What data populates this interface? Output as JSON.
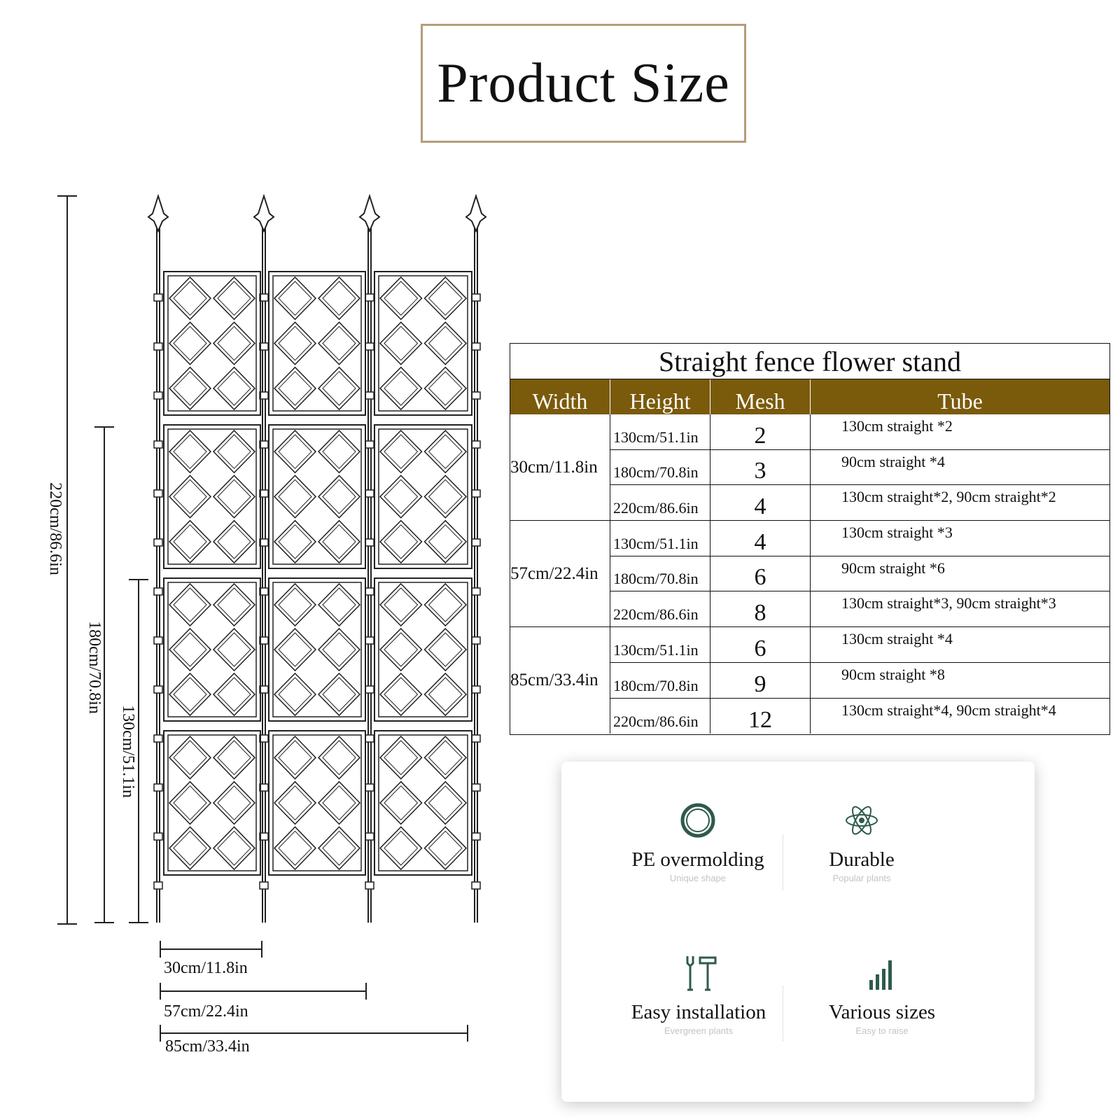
{
  "header": {
    "title": "Product Size"
  },
  "dimensions": {
    "heights": [
      "220cm/86.6in",
      "180cm/70.8in",
      "130cm/51.1in"
    ],
    "widths": [
      "30cm/11.8in",
      "57cm/22.4in",
      "85cm/33.4in"
    ]
  },
  "table": {
    "caption": "Straight fence flower stand",
    "columns": [
      "Width",
      "Height",
      "Mesh",
      "Tube"
    ],
    "groups": [
      {
        "width": "30cm/11.8in",
        "rows": [
          {
            "height": "130cm/51.1in",
            "mesh": "2",
            "tube": "130cm straight *2"
          },
          {
            "height": "180cm/70.8in",
            "mesh": "3",
            "tube": "90cm straight *4"
          },
          {
            "height": "220cm/86.6in",
            "mesh": "4",
            "tube": "130cm straight*2, 90cm straight*2"
          }
        ]
      },
      {
        "width": "57cm/22.4in",
        "rows": [
          {
            "height": "130cm/51.1in",
            "mesh": "4",
            "tube": "130cm straight *3"
          },
          {
            "height": "180cm/70.8in",
            "mesh": "6",
            "tube": "90cm straight *6"
          },
          {
            "height": "220cm/86.6in",
            "mesh": "8",
            "tube": "130cm straight*3, 90cm straight*3"
          }
        ]
      },
      {
        "width": "85cm/33.4in",
        "rows": [
          {
            "height": "130cm/51.1in",
            "mesh": "6",
            "tube": "130cm straight *4"
          },
          {
            "height": "180cm/70.8in",
            "mesh": "9",
            "tube": "90cm straight *8"
          },
          {
            "height": "220cm/86.6in",
            "mesh": "12",
            "tube": "130cm straight*4, 90cm straight*4"
          }
        ]
      }
    ]
  },
  "features": [
    {
      "icon": "ring-icon",
      "title": "PE overmolding",
      "subtitle": "Unique shape"
    },
    {
      "icon": "atom-icon",
      "title": "Durable",
      "subtitle": "Popular plants"
    },
    {
      "icon": "tools-icon",
      "title": "Easy installation",
      "subtitle": "Evergreen plants"
    },
    {
      "icon": "bar-chart-icon",
      "title": "Various sizes",
      "subtitle": "Easy to raise"
    }
  ],
  "colors": {
    "table_header_bg": "#7a5a0b",
    "title_border": "#b59c79",
    "icon_color": "#2f5a4c"
  }
}
